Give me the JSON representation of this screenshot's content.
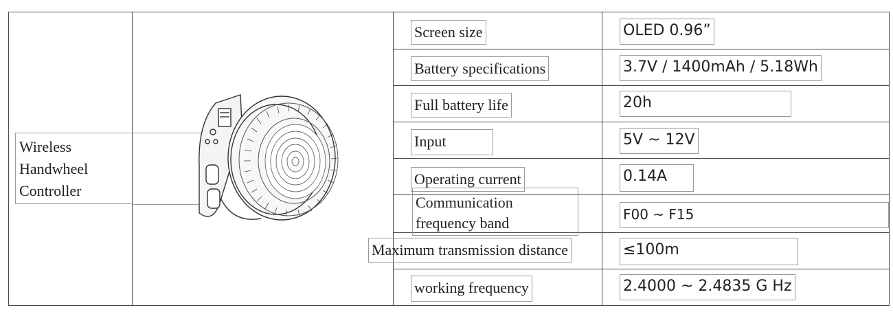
{
  "product": {
    "name_lines": [
      "Wireless",
      "Handwheel",
      "Controller"
    ],
    "image_icon": "handwheel-controller-illustration"
  },
  "specs": [
    {
      "label": "Screen size",
      "value": "OLED 0.96”"
    },
    {
      "label": "Battery specifications",
      "value": "3.7V / 1400mAh / 5.18Wh"
    },
    {
      "label": "Full battery life",
      "value": "20h"
    },
    {
      "label": "Input",
      "value": "5V ~ 12V"
    },
    {
      "label": "Operating current",
      "value": "0.14A"
    },
    {
      "label": "Communication frequency band",
      "label_lines": [
        "Communication",
        "frequency band"
      ],
      "value": "F00 ~ F15"
    },
    {
      "label": "Maximum transmission distance",
      "value": "≤100m"
    },
    {
      "label": "working frequency",
      "value": "2.4000 ~ 2.4835 G Hz"
    }
  ]
}
